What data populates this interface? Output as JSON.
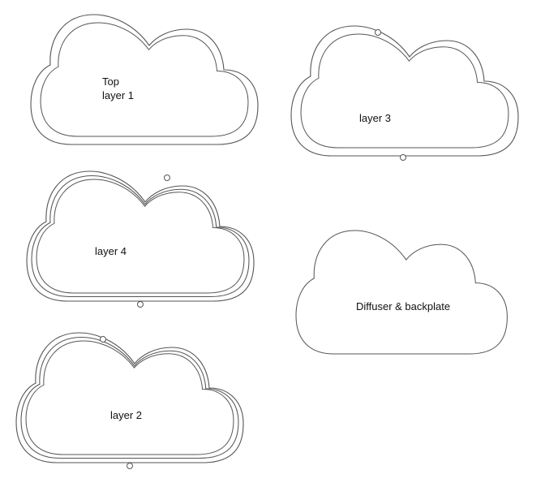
{
  "pieces": [
    {
      "id": "top-layer-1",
      "label_lines": [
        "Top",
        "layer 1"
      ]
    },
    {
      "id": "layer-3",
      "label_lines": [
        "layer 3"
      ]
    },
    {
      "id": "layer-4",
      "label_lines": [
        "layer 4"
      ]
    },
    {
      "id": "diffuser-backplate",
      "label_lines": [
        "Diffuser & backplate"
      ]
    },
    {
      "id": "layer-2",
      "label_lines": [
        "layer 2"
      ]
    }
  ],
  "colors": {
    "stroke": "#555555",
    "background": "#ffffff",
    "text": "#111111"
  }
}
